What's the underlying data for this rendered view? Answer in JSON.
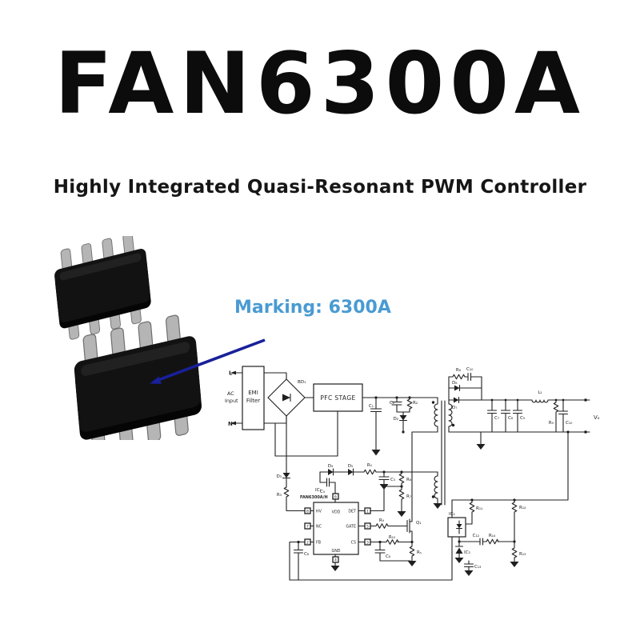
{
  "page": {
    "title": "FAN6300A",
    "subtitle": "Highly Integrated Quasi-Resonant PWM Controller",
    "marking_note": "Marking: 6300A",
    "colors": {
      "marking_blue": "#4a9bd2",
      "arrow_blue": "#18209a",
      "ink": "#1f1f1f",
      "chip_body": "#121212",
      "chip_legs": "#b5b5b5"
    }
  },
  "sch": {
    "l": "L",
    "n": "N",
    "ac1": "AC",
    "ac2": "Input",
    "emi1": "EMI",
    "emi2": "Filter",
    "bd1": "BD₁",
    "pfc": "PFC STAGE",
    "c1": "C₁",
    "c2": "C₂",
    "r2": "R₂",
    "d2": "D₂",
    "d3": "D₃",
    "r3": "R₃",
    "d4": "D₄",
    "d5": "D₅",
    "r5": "R₅",
    "c4": "C₄",
    "c5": "C₅",
    "r6": "R₆",
    "r7": "R₇",
    "ic1": "IC₁",
    "ic1_part": "FAN6300A/H",
    "p1": "1",
    "p2": "2",
    "p3": "3",
    "p4": "4",
    "p5": "5",
    "p6": "6",
    "p7": "7",
    "p8": "8",
    "hv": "HV",
    "nc": "NC",
    "fb": "FB",
    "vdd": "VDD",
    "gnd": "GND",
    "det": "DET",
    "gate": "GATE",
    "cs": "CS",
    "r9": "R₉",
    "q1": "Q₁",
    "r10": "R₁₀",
    "c6": "C₆",
    "rs": "Rₛ",
    "c8fb": "C₈",
    "r8": "R₈",
    "c10": "C₁₀",
    "d6": "D₆",
    "d7": "D₇",
    "c7": "C₇",
    "c8": "C₈",
    "c9": "C₉",
    "l1": "L₁",
    "r9o": "R₉",
    "c10o": "C₁₀",
    "vo": "Vₒ",
    "r11": "R₁₁",
    "r12": "R₁₂",
    "r13": "R₁₃",
    "r14": "R₁₄",
    "c12": "C₁₂",
    "c13": "C₁₃",
    "ic2": "IC₂",
    "ic3": "IC₃"
  }
}
